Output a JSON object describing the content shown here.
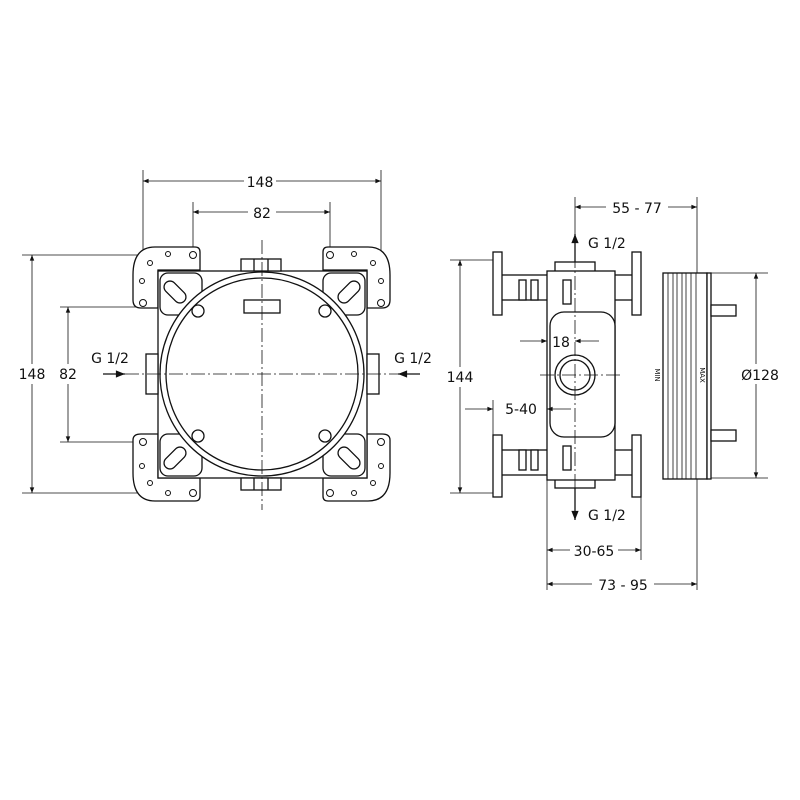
{
  "front_view": {
    "width_outer": "148",
    "width_holes": "82",
    "height_outer": "148",
    "height_holes": "82",
    "inlet_left": "G 1/2",
    "inlet_right": "G 1/2"
  },
  "side_view": {
    "depth_range_top": "55 - 77",
    "outlet_top": "G 1/2",
    "outlet_bottom": "G 1/2",
    "height": "144",
    "port_width": "18",
    "offset": "5-40",
    "diameter": "Ø128",
    "min_label": "MIN",
    "max_label": "MAX",
    "depth_range_mid": "30-65",
    "depth_range_bottom": "73 - 95"
  }
}
